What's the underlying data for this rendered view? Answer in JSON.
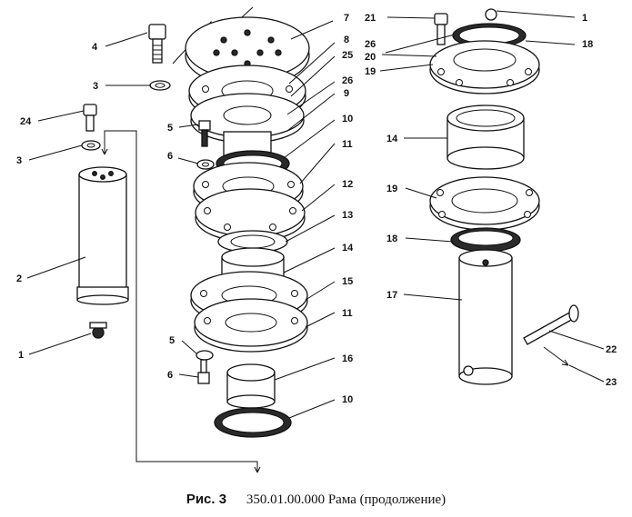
{
  "caption": {
    "figure": "Рис. 3",
    "code": "350.01.00.000",
    "title": "Рама (продолжение)"
  },
  "callouts": {
    "left": [
      "4",
      "3",
      "24",
      "3",
      "2",
      "1"
    ],
    "center": [
      "7",
      "8",
      "25",
      "26",
      "9",
      "10",
      "11",
      "12",
      "13",
      "14",
      "15",
      "11",
      "16",
      "10",
      "5",
      "6",
      "5",
      "6"
    ],
    "right": [
      "21",
      "1",
      "26",
      "18",
      "20",
      "19",
      "14",
      "19",
      "18",
      "17",
      "22",
      "23"
    ]
  }
}
